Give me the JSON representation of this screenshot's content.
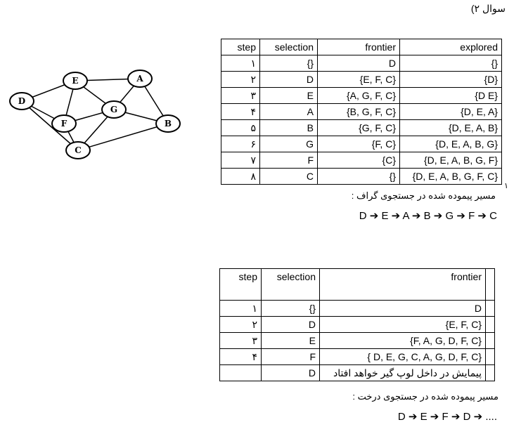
{
  "heading": "سوال ۲)",
  "graph": {
    "nodes": [
      "A",
      "B",
      "C",
      "D",
      "E",
      "F",
      "G"
    ]
  },
  "table1": {
    "headers": [
      "step",
      "selection",
      "frontier",
      "explored"
    ],
    "rows": [
      [
        "۱",
        "{}",
        "D",
        "{}"
      ],
      [
        "۲",
        "D",
        "{E, F, C}",
        "{D}"
      ],
      [
        "۳",
        "E",
        "{A, G, F, C}",
        "{D E}"
      ],
      [
        "۴",
        "A",
        "{B, G, F, C}",
        "{D, E, A}"
      ],
      [
        "۵",
        "B",
        "{G, F, C}",
        "{D, E, A, B}"
      ],
      [
        "۶",
        "G",
        "{F, C}",
        "{D, E, A, B, G}"
      ],
      [
        "۷",
        "F",
        "{C}",
        "{D, E, A, B, G, F}"
      ],
      [
        "۸",
        "C",
        "{}",
        "{D, E, A, B, G, F, C}"
      ]
    ]
  },
  "mark": "۱",
  "caption1": "مسیر پیموده شده در جستجوی گراف :",
  "path1": "D ➔ E ➔ A ➔ B ➔ G ➔ F ➔ C",
  "table2": {
    "headers": [
      "step",
      "selection",
      "frontier"
    ],
    "rows": [
      [
        "۱",
        "{}",
        "D"
      ],
      [
        "۲",
        "D",
        "{E, F, C}"
      ],
      [
        "۳",
        "E",
        "{F, A, G, D, F, C}"
      ],
      [
        "۴",
        "F",
        "{ D, E, G, C, A, G, D, F, C}"
      ],
      [
        "",
        "D",
        "پیمایش در داخل لوپ گیر خواهد افتاد"
      ]
    ]
  },
  "caption2": "مسیر پیموده شده در جستجوی درخت :",
  "path2": "D ➔ E ➔ F ➔ D ➔ ...."
}
